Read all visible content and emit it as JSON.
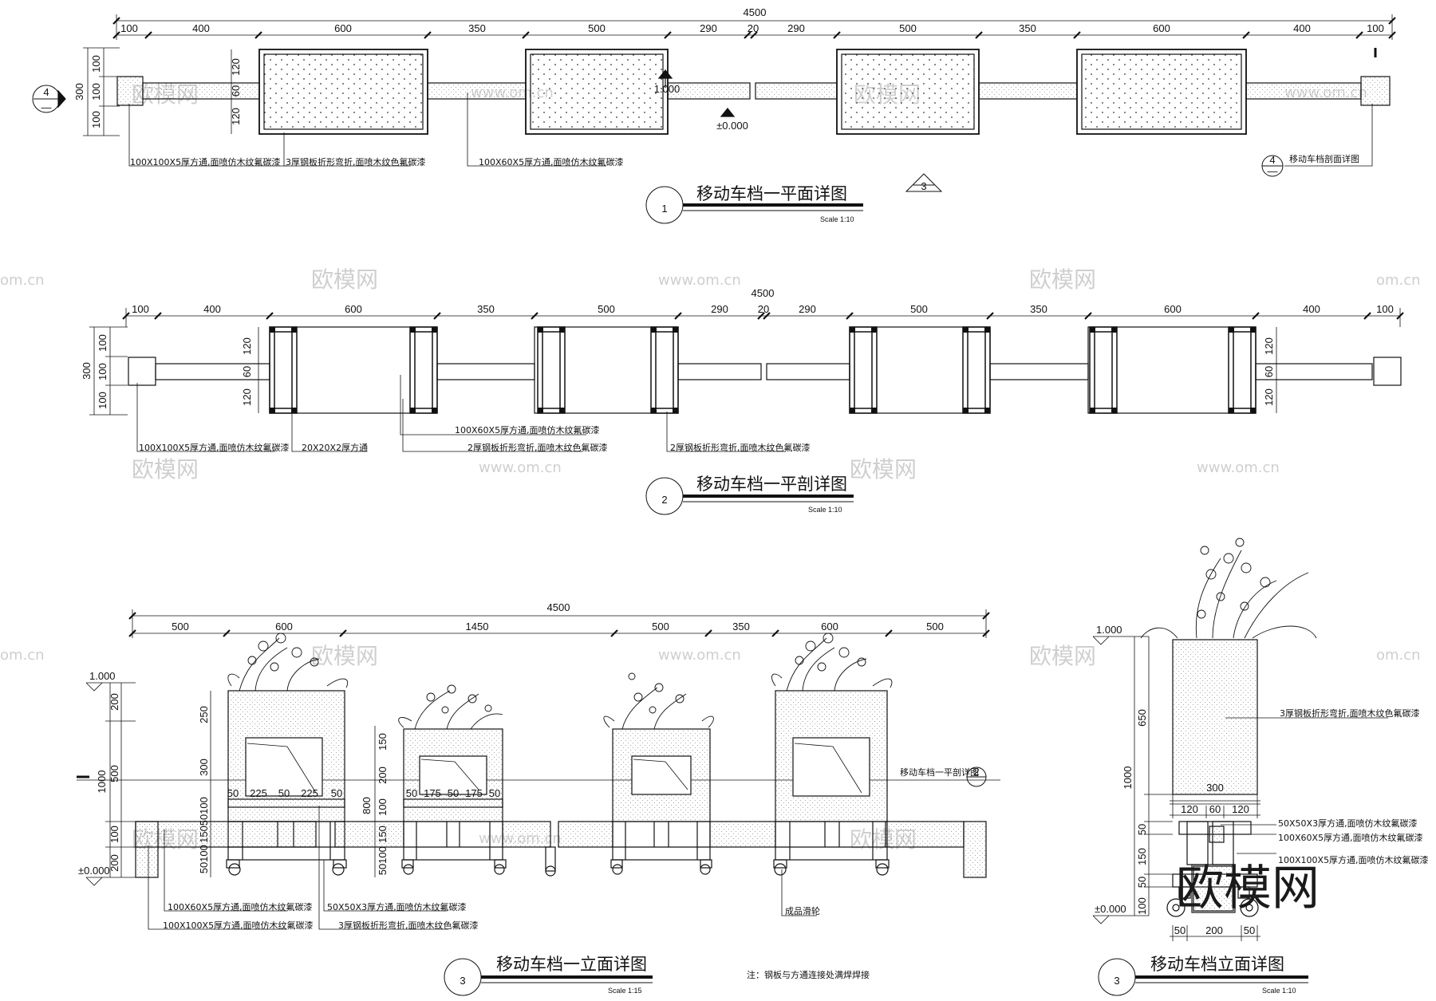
{
  "watermarks": {
    "logo": "欧模网",
    "url": "www.om.cn",
    "url_short": "om.cn",
    "big_logo": "欧模网"
  },
  "drawing1": {
    "title": "移动车档一平面详图",
    "number": "1",
    "scale": "Scale  1:10",
    "total": "4500",
    "dims_top": [
      "100",
      "400",
      "600",
      "350",
      "500",
      "290",
      "20",
      "290",
      "500",
      "350",
      "600",
      "400",
      "100"
    ],
    "dims_side": [
      "300",
      "100",
      "100",
      "100"
    ],
    "dims_box": [
      "120",
      "60",
      "120"
    ],
    "elev_top": "1.000",
    "elev_base": "±0.000",
    "notes": [
      "100X100X5厚方通,面喷仿木纹氟碳漆",
      "3厚钢板折形弯折,面喷木纹色氟碳漆",
      "100X60X5厚方通,面喷仿木纹氟碳漆",
      "移动车档剖面详图"
    ],
    "ref_left": {
      "top": "4",
      "bot": "—"
    },
    "ref_right": {
      "top": "4",
      "bot": "—"
    },
    "ref_tri": "3",
    "cut_mark": "I"
  },
  "drawing2": {
    "title": "移动车档一平剖详图",
    "number": "2",
    "scale": "Scale  1:10",
    "total": "4500",
    "dims_top": [
      "100",
      "400",
      "600",
      "350",
      "500",
      "290",
      "20",
      "290",
      "500",
      "350",
      "600",
      "400",
      "100"
    ],
    "dims_side": [
      "300",
      "100",
      "100",
      "100"
    ],
    "dims_box": [
      "120",
      "60",
      "120"
    ],
    "dims_right": [
      "120",
      "60",
      "120"
    ],
    "notes": [
      "100X100X5厚方通,面喷仿木纹氟碳漆",
      "20X20X2厚方通",
      "100X60X5厚方通,面喷仿木纹氟碳漆",
      "2厚钢板折形弯折,面喷木纹色氟碳漆",
      "2厚钢板折形弯折,面喷木纹色氟碳漆"
    ]
  },
  "drawing3": {
    "title": "移动车档一立面详图",
    "number": "3",
    "scale": "Scale  1:15",
    "total": "4500",
    "dims_top": [
      "500",
      "600",
      "1450",
      "500",
      "350",
      "600",
      "500"
    ],
    "dims_left1": [
      "200",
      "1000",
      "500",
      "100",
      "200"
    ],
    "dims_left2": [
      "250",
      "300",
      "100",
      "50",
      "150",
      "100",
      "50"
    ],
    "dims_left3": [
      "150",
      "200",
      "800",
      "100",
      "150",
      "100",
      "50"
    ],
    "dims_win1": [
      "50",
      "225",
      "50",
      "225",
      "50"
    ],
    "dims_win2": [
      "50",
      "175",
      "50",
      "175",
      "50"
    ],
    "elev_top": "1.000",
    "elev_base": "±0.000",
    "notes": [
      "100X60X5厚方通,面喷仿木纹氟碳漆",
      "100X100X5厚方通,面喷仿木纹氟碳漆",
      "50X50X3厚方通,面喷仿木纹氟碳漆",
      "3厚钢板折形弯折,面喷木纹色氟碳漆",
      "成品滑轮",
      "移动车档一平剖详图"
    ],
    "ref_right": "2",
    "footnote": "注：钢板与方通连接处满焊焊接"
  },
  "drawing4": {
    "title": "移动车档立面详图",
    "number": "3",
    "scale": "Scale  1:10",
    "elev_top": "1.000",
    "elev_base": "±0.000",
    "dims_left": [
      "650",
      "1000",
      "50",
      "150",
      "50",
      "100"
    ],
    "dims_top": [
      "300",
      "120",
      "60",
      "120"
    ],
    "dims_bottom": [
      "50",
      "200",
      "50"
    ],
    "notes": [
      "3厚钢板折形弯折,面喷木纹色氟碳漆",
      "50X50X3厚方通,面喷仿木纹氟碳漆",
      "100X60X5厚方通,面喷仿木纹氟碳漆",
      "100X100X5厚方通,面喷仿木纹氟碳漆"
    ]
  }
}
